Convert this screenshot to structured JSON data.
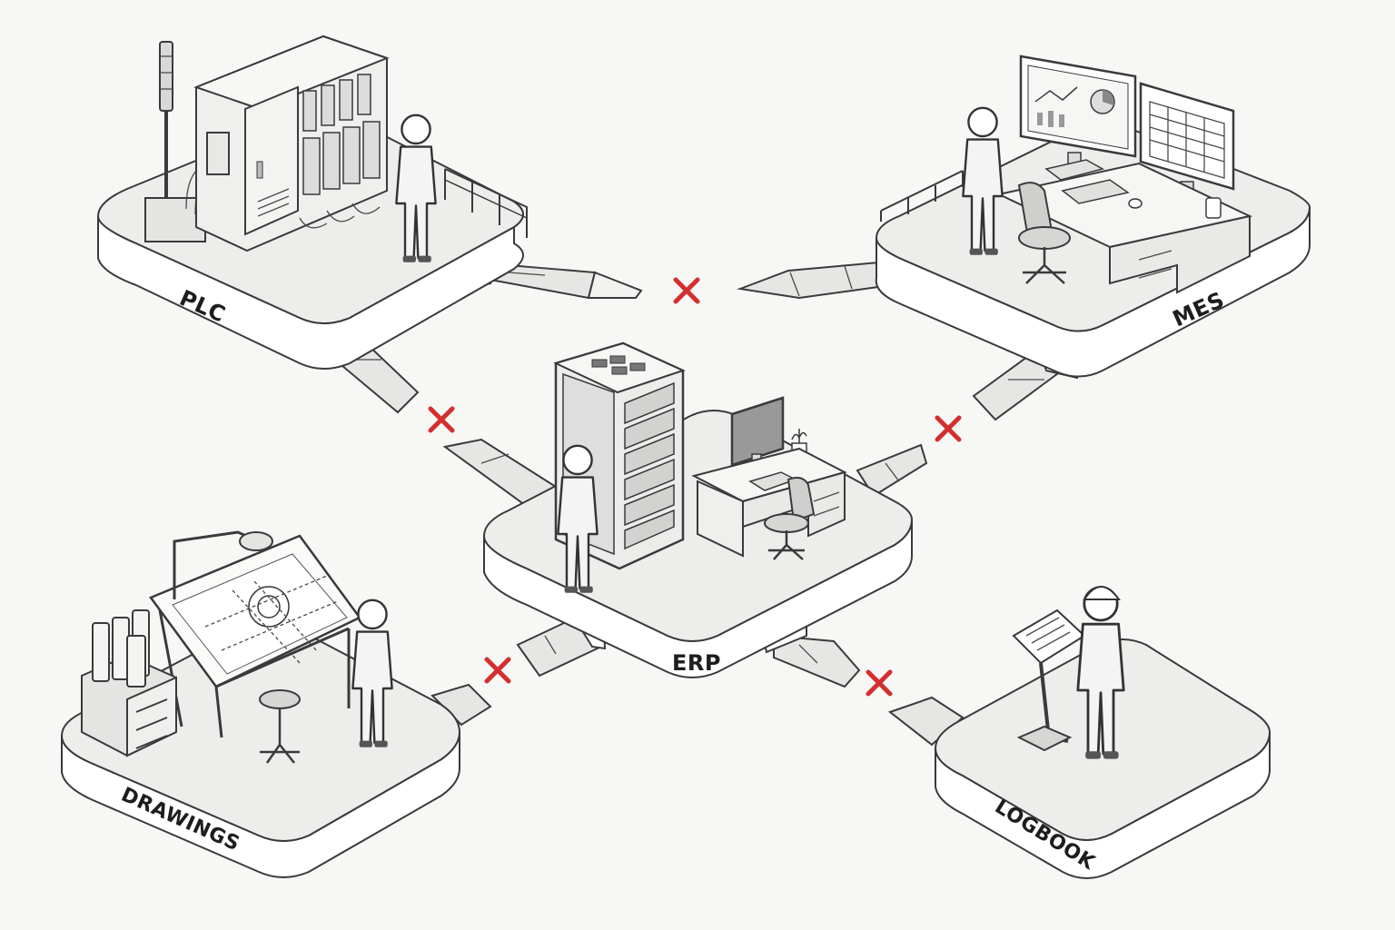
{
  "diagram": {
    "nodes": [
      {
        "id": "plc",
        "label": "PLC"
      },
      {
        "id": "mes",
        "label": "MES"
      },
      {
        "id": "erp",
        "label": "ERP"
      },
      {
        "id": "drawings",
        "label": "DRAWINGS"
      },
      {
        "id": "logbook",
        "label": "LOGBOOK"
      }
    ],
    "links": [
      {
        "from": "plc",
        "to": "mes",
        "status": "broken"
      },
      {
        "from": "plc",
        "to": "erp",
        "status": "broken"
      },
      {
        "from": "mes",
        "to": "erp",
        "status": "broken"
      },
      {
        "from": "drawings",
        "to": "erp",
        "status": "broken"
      },
      {
        "from": "logbook",
        "to": "erp",
        "status": "broken"
      }
    ],
    "colors": {
      "background": "#f7f7f5",
      "platform_top": "#ededeb",
      "platform_side": "#ffffff",
      "ink": "#3a3a3a",
      "break_mark": "#d32f2f"
    },
    "icons": [
      "signal-tower-icon",
      "control-cabinet-icon",
      "server-rack-icon",
      "monitor-icon",
      "drafting-table-icon",
      "clipboard-icon",
      "person-icon",
      "broken-bridge-icon",
      "x-mark-icon"
    ]
  }
}
